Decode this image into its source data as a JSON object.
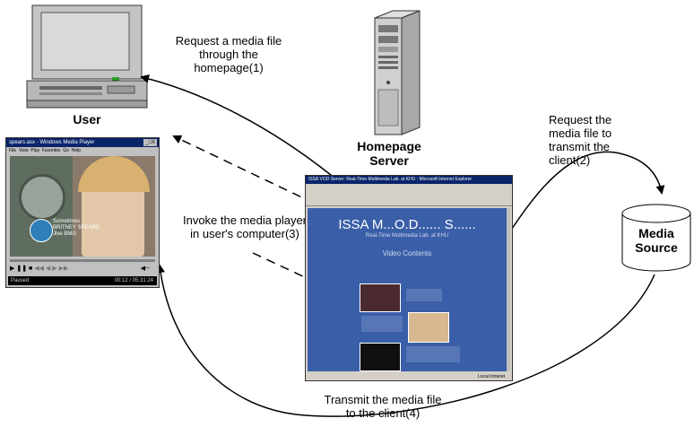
{
  "labels": {
    "user": "User",
    "homepage_server": "Homepage\nServer",
    "media_source": "Media\nSource",
    "step1": "Request a media file\nthrough the\nhomepage(1)",
    "step2": "Request the\nmedia file to\ntransmit the\nclient(2)",
    "step3": "Invoke the media player\nin user's computer(3)",
    "step4": "Transmit the media file\nto the client(4)"
  },
  "player": {
    "title": "spears.asx - Windows Media Player",
    "menu": "File  View  Play  Favorites  Go  Help",
    "overlay_line1": "Sometimes",
    "overlay_line2": "BRITNEY SPEARS",
    "overlay_line3": "Jive BMG",
    "status": "Paused",
    "time": "00:12 / 05:31:24"
  },
  "browser": {
    "title": "ISSA VOD Server: Real-Time Multimedia Lab. at KHU : Microsoft Internet Explorer",
    "heading": "ISSA M...O.D...... S......",
    "subheading": "Real-Time Multimedia Lab. at KHU",
    "section": "Video Contents",
    "status": "Local intranet"
  },
  "colors": {
    "page_blue": "#3a5fa8",
    "arrow": "#000000",
    "monitor_gray": "#c8c8c8"
  }
}
